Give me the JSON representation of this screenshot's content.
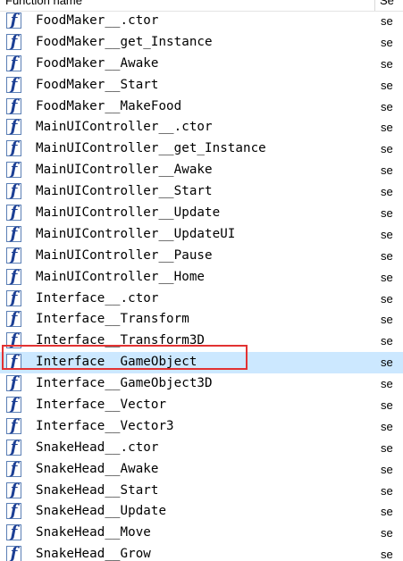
{
  "table": {
    "columns": {
      "name": "Function name",
      "segment": "Se"
    },
    "rows": [
      {
        "name": "FoodMaker__.ctor",
        "segment": "se"
      },
      {
        "name": "FoodMaker__get_Instance",
        "segment": "se"
      },
      {
        "name": "FoodMaker__Awake",
        "segment": "se"
      },
      {
        "name": "FoodMaker__Start",
        "segment": "se"
      },
      {
        "name": "FoodMaker__MakeFood",
        "segment": "se"
      },
      {
        "name": "MainUIController__.ctor",
        "segment": "se"
      },
      {
        "name": "MainUIController__get_Instance",
        "segment": "se"
      },
      {
        "name": "MainUIController__Awake",
        "segment": "se"
      },
      {
        "name": "MainUIController__Start",
        "segment": "se"
      },
      {
        "name": "MainUIController__Update",
        "segment": "se"
      },
      {
        "name": "MainUIController__UpdateUI",
        "segment": "se"
      },
      {
        "name": "MainUIController__Pause",
        "segment": "se"
      },
      {
        "name": "MainUIController__Home",
        "segment": "se"
      },
      {
        "name": "Interface__.ctor",
        "segment": "se"
      },
      {
        "name": "Interface__Transform",
        "segment": "se"
      },
      {
        "name": "Interface__Transform3D",
        "segment": "se"
      },
      {
        "name": "Interface__GameObject",
        "segment": "se"
      },
      {
        "name": "Interface__GameObject3D",
        "segment": "se"
      },
      {
        "name": "Interface__Vector",
        "segment": "se"
      },
      {
        "name": "Interface__Vector3",
        "segment": "se"
      },
      {
        "name": "SnakeHead__.ctor",
        "segment": "se"
      },
      {
        "name": "SnakeHead__Awake",
        "segment": "se"
      },
      {
        "name": "SnakeHead__Start",
        "segment": "se"
      },
      {
        "name": "SnakeHead__Update",
        "segment": "se"
      },
      {
        "name": "SnakeHead__Move",
        "segment": "se"
      },
      {
        "name": "SnakeHead__Grow",
        "segment": "se"
      }
    ],
    "selected_row": "Interface__GameObject",
    "row_icon": "function-icon"
  },
  "colors": {
    "highlight_border": "#e23232",
    "selection_background": "#cce8ff",
    "icon_glyph": "#1c3f94"
  }
}
